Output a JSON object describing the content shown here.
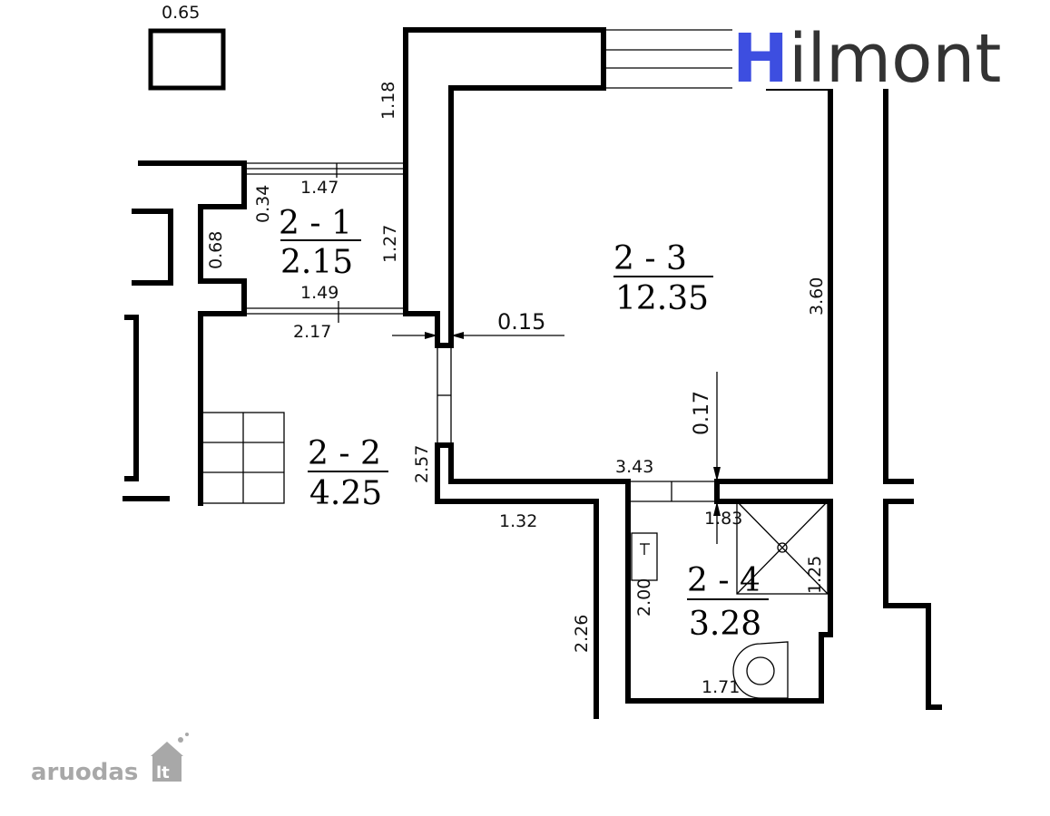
{
  "brand": {
    "logo_first": "H",
    "logo_rest": "ilmont",
    "color_first": "#3d4ee0",
    "color_rest": "#333333"
  },
  "watermark": {
    "text": "aruodas",
    "suffix": "lt",
    "color": "#a8a8a8"
  },
  "rooms": [
    {
      "id": "2 - 1",
      "area": "2.15"
    },
    {
      "id": "2 - 2",
      "area": "4.25"
    },
    {
      "id": "2 - 3",
      "area": "12.35"
    },
    {
      "id": "2 - 4",
      "area": "3.28"
    }
  ],
  "dimensions": {
    "chimney_width": "0.65",
    "corridor_wall": "1.18",
    "r1_top": "1.47",
    "r1_side_top": "0.34",
    "r1_height": "1.27",
    "r1_left": "0.68",
    "r1_bottom": "1.49",
    "r2_top": "2.17",
    "wall_thickness": "0.15",
    "r3_height": "3.60",
    "r3_step": "0.17",
    "r3_bottom": "3.43",
    "door_height": "2.57",
    "corridor_bottom": "1.32",
    "stair_height": "2.26",
    "r4_top": "1.83",
    "r4_shower": "1.25",
    "r4_height": "2.00",
    "r4_bottom": "1.71"
  }
}
